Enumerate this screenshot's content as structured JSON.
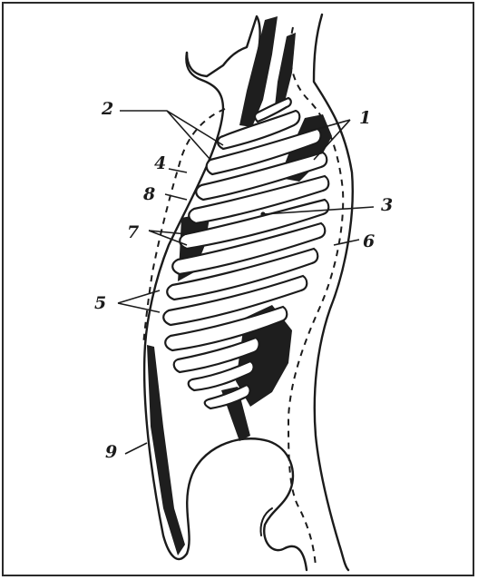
{
  "figure": {
    "labels": [
      {
        "id": "label-1",
        "text": "1"
      },
      {
        "id": "label-2",
        "text": "2"
      },
      {
        "id": "label-3",
        "text": "3"
      },
      {
        "id": "label-4",
        "text": "4"
      },
      {
        "id": "label-5",
        "text": "5"
      },
      {
        "id": "label-6",
        "text": "6"
      },
      {
        "id": "label-7",
        "text": "7"
      },
      {
        "id": "label-8",
        "text": "8"
      },
      {
        "id": "label-9",
        "text": "9"
      }
    ],
    "colors": {
      "ink": "#1b1b1b",
      "paper": "#ffffff",
      "border": "#2a2a2a"
    }
  }
}
